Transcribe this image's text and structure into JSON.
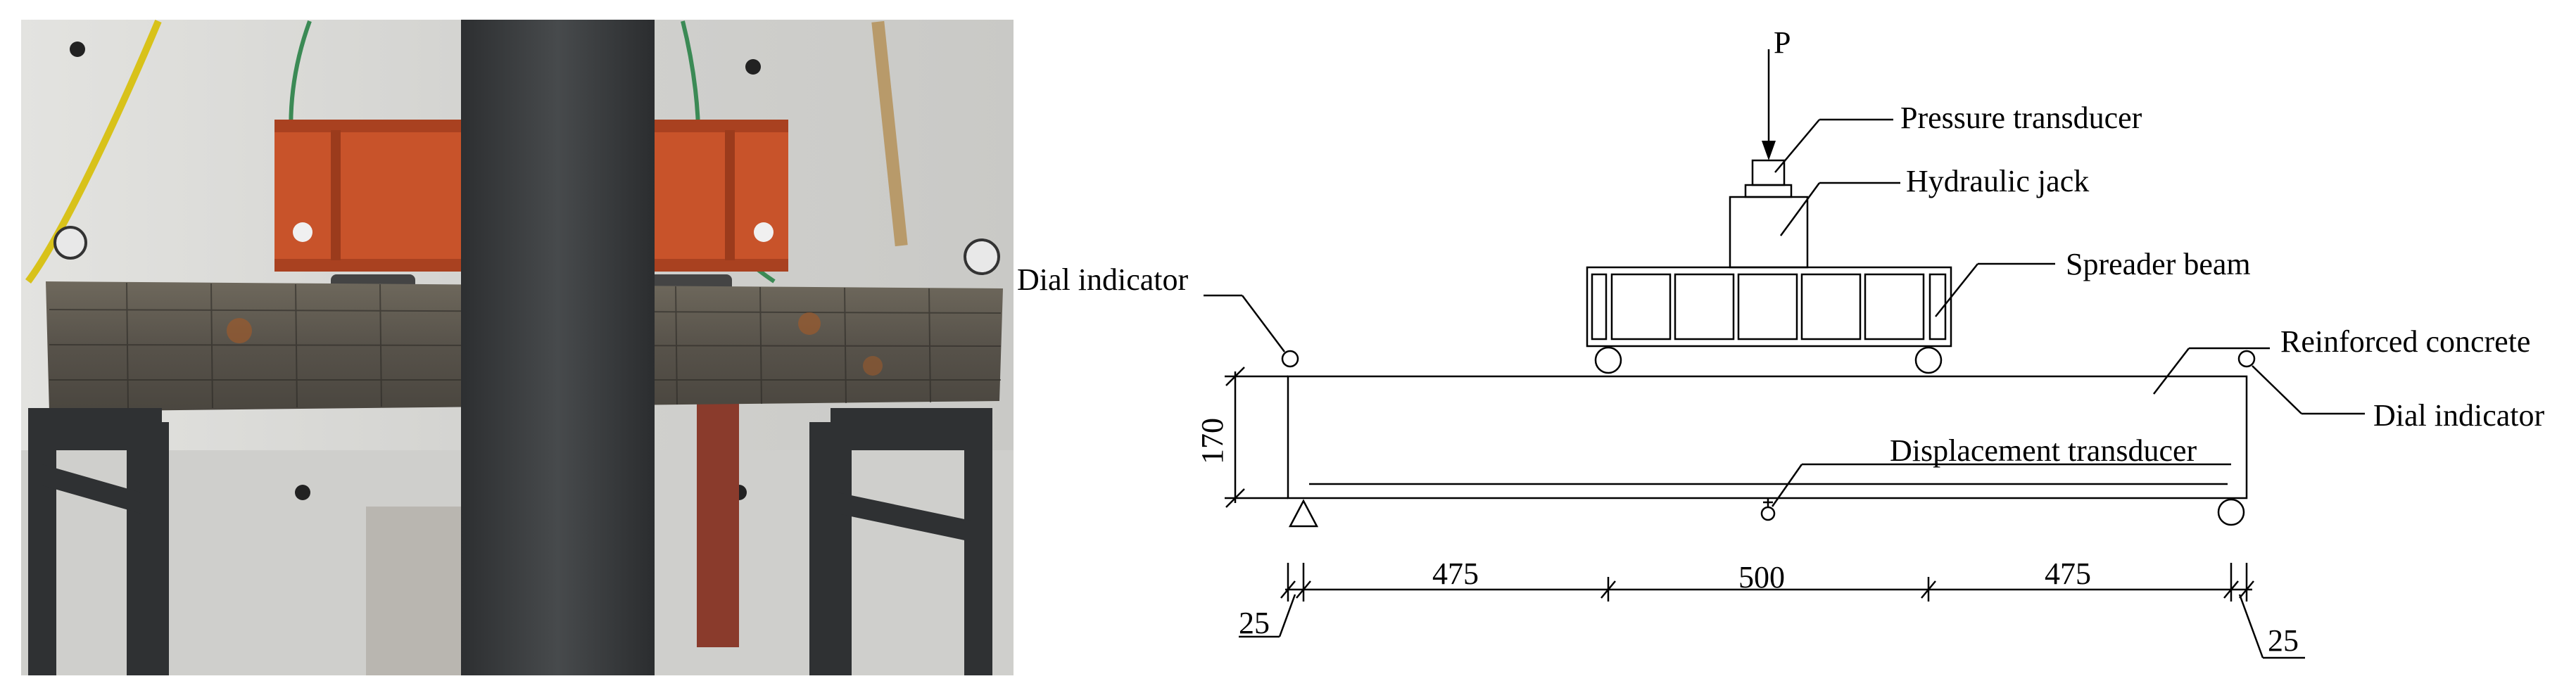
{
  "photo": {
    "description_none": ""
  },
  "diagram": {
    "load_label": "P",
    "pressure_transducer_label": "Pressure transducer",
    "hydraulic_jack_label": "Hydraulic jack",
    "spreader_beam_label": "Spreader beam",
    "dial_indicator_left_label": "Dial indicator",
    "dial_indicator_right_label": "Dial indicator",
    "reinforced_concrete_label": "Reinforced concrete",
    "displacement_transducer_label": "Displacement  transducer",
    "height_dimension": "170",
    "dimensions": {
      "left_overhang": "25",
      "left_shear_span": "475",
      "pure_bending_span": "500",
      "right_shear_span": "475",
      "right_overhang": "25"
    }
  },
  "colors": {
    "steel_frame": "#3a3c3e",
    "spreader_orange": "#c8532a",
    "concrete": "#5e5a52",
    "wall": "#d9d9d6",
    "line": "#000000"
  }
}
